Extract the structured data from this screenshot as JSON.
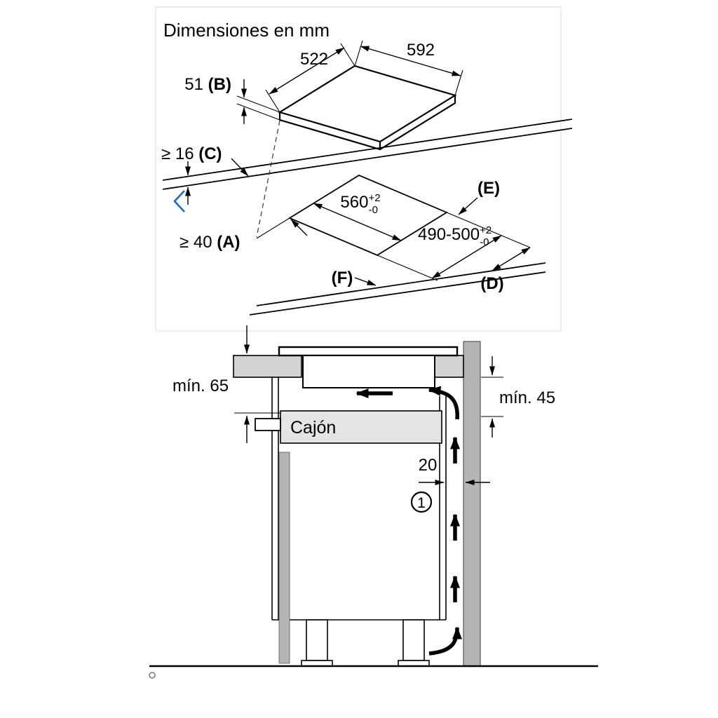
{
  "title": "Dimensiones en mm",
  "top": {
    "width_left": "522",
    "width_right": "592",
    "height": {
      "prefix": "51 ",
      "key": "(B)"
    },
    "thickness": {
      "prefix": "≥ 16 ",
      "key": "(C)"
    },
    "front_distance": {
      "prefix": "≥ 40 ",
      "key": "(A)"
    },
    "cutout_width": {
      "value": "560",
      "tol_plus": "+2",
      "tol_minus": "-0"
    },
    "cutout_depth": {
      "value": "490-500",
      "tol_plus": "+2",
      "tol_minus": "-0"
    },
    "label_e": "(E)",
    "label_d": "(D)",
    "label_f": "(F)"
  },
  "bottom": {
    "clearance_left": "mín. 65",
    "clearance_right": "mín. 45",
    "drawer_label": "Cajón",
    "gap": "20",
    "callout_1": "1"
  },
  "colors": {
    "accent_blue": "#1c6fb4",
    "wall_gray": "#b4b4b4",
    "counter_gray": "#d2d2d2",
    "drawer_gray": "#e4e4e4"
  }
}
